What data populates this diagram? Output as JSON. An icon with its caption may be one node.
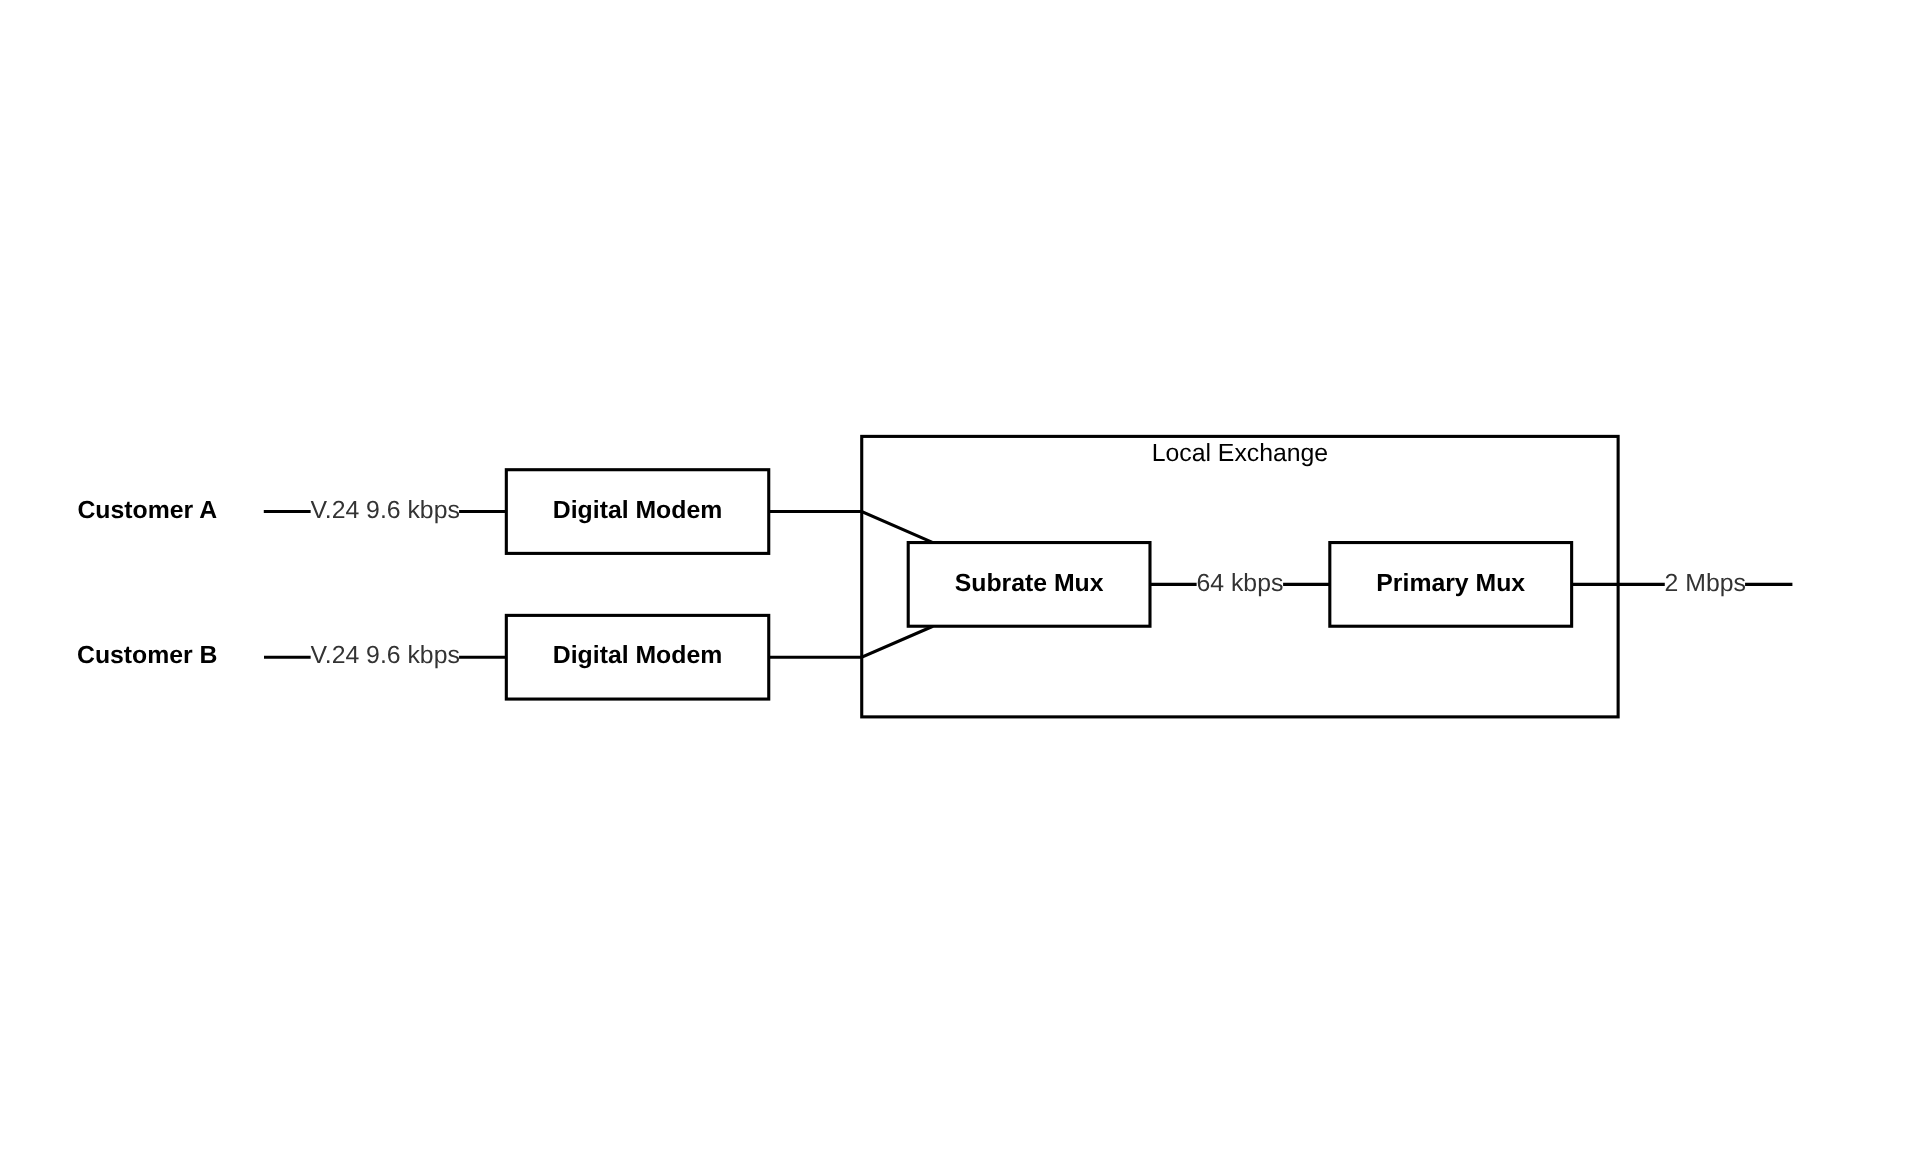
{
  "diagram": {
    "nodes": [
      {
        "text": [
          "Customer A"
        ]
      },
      {
        "text": [
          "Digital Modem"
        ]
      },
      {
        "text": [
          "Customer B"
        ]
      },
      {
        "text": [
          "Digital Modem"
        ]
      },
      {
        "text": [
          "Local Exchange"
        ]
      },
      {
        "text": [
          "Subrate Mux"
        ],
        "in": 4
      },
      {
        "text": [
          "Primary Mux"
        ],
        "in": 4
      }
    ],
    "edges": [
      {
        "from": 0,
        "to": 1,
        "arrow": "none",
        "label": "V.24 9.6 kbps"
      },
      {
        "from": 1,
        "to": 5,
        "arrow": "none"
      },
      {
        "from": 2,
        "to": 3,
        "arrow": "none",
        "label": "V.24 9.6 kbps"
      },
      {
        "from": 3,
        "to": 5,
        "arrow": "none"
      },
      {
        "from": 5,
        "to": 6,
        "arrow": "none",
        "label": "64 kbps"
      },
      {
        "from": 6,
        "to": null,
        "arrow": "none",
        "label": "2 Mbps"
      }
    ]
  }
}
